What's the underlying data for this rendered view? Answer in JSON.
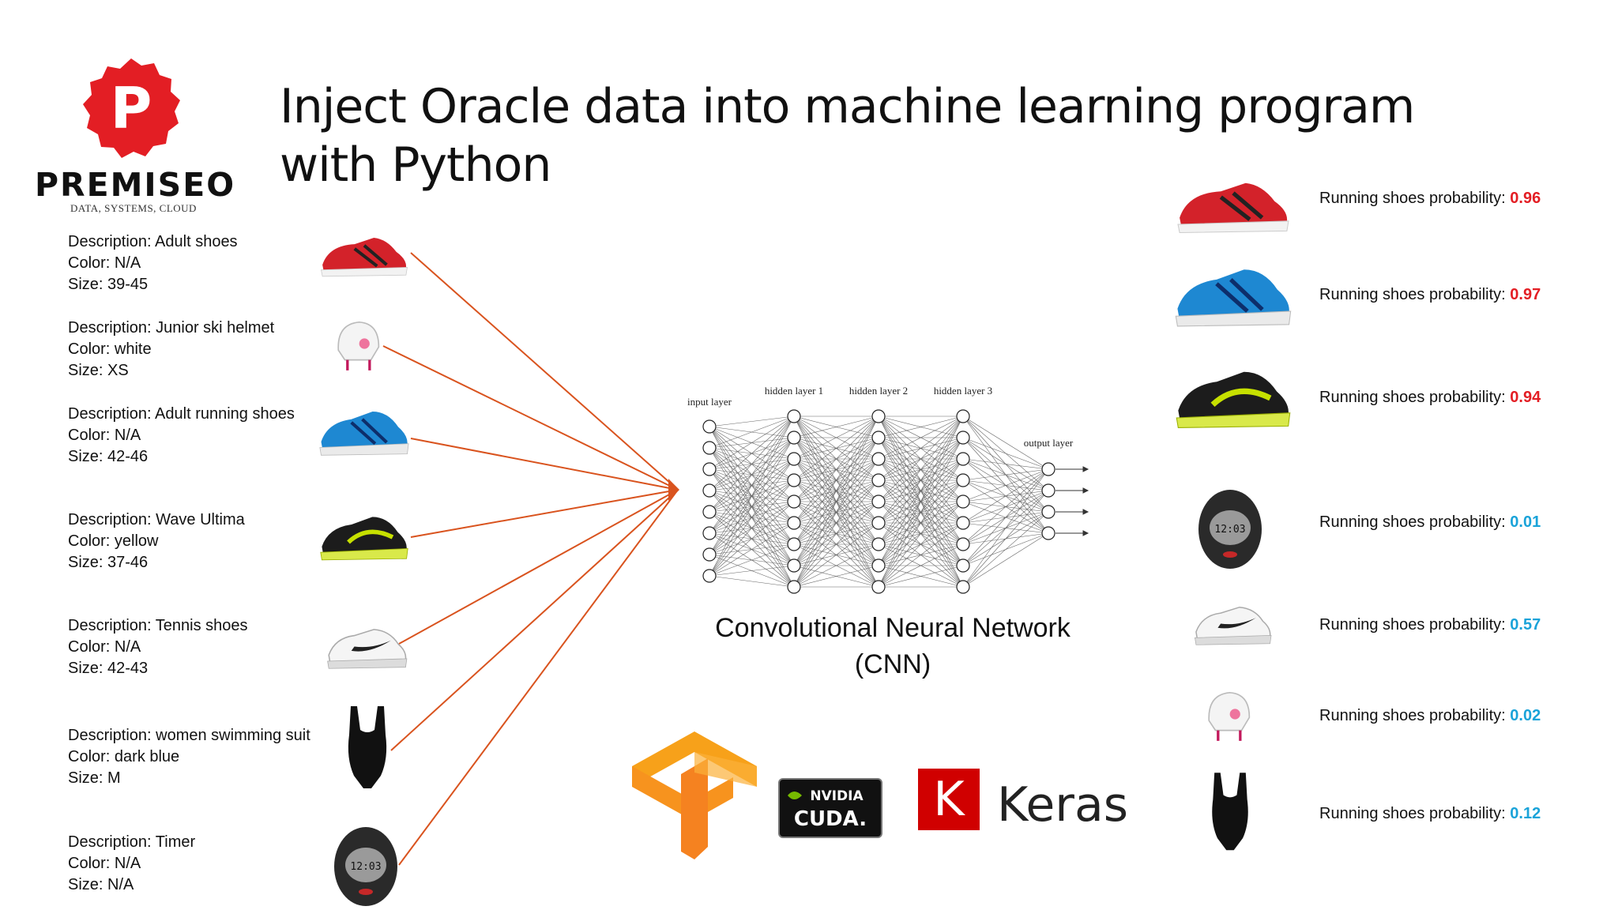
{
  "slide": {
    "title": "Inject Oracle data into machine learning program with Python"
  },
  "logo": {
    "letter": "P",
    "word": "PREMISEO",
    "tagline": "DATA, SYSTEMS, CLOUD",
    "color": "#e31e24"
  },
  "products": [
    {
      "description": "Description: Adult shoes",
      "color": "Color: N/A",
      "size": "Size: 39-45",
      "icon": "red-running-shoe"
    },
    {
      "description": "Description: Junior ski helmet",
      "color": "Color: white",
      "size": "Size: XS",
      "icon": "ski-helmet"
    },
    {
      "description": "Description: Adult running shoes",
      "color": "Color: N/A",
      "size": "Size: 42-46",
      "icon": "blue-running-shoe"
    },
    {
      "description": "Description: Wave Ultima",
      "color": "Color: yellow",
      "size": "Size: 37-46",
      "icon": "yellow-running-shoe"
    },
    {
      "description": "Description: Tennis shoes",
      "color": "Color: N/A",
      "size": "Size: 42-43",
      "icon": "white-tennis-shoe"
    },
    {
      "description": "Description: women swimming suit",
      "color": "Color: dark blue",
      "size": "Size: M",
      "icon": "swimsuit"
    },
    {
      "description": "Description: Timer",
      "color": "Color: N/A",
      "size": "Size: N/A",
      "icon": "timer"
    }
  ],
  "network": {
    "caption_line1": "Convolutional Neural Network",
    "caption_line2": "(CNN)",
    "layer_labels": [
      "input layer",
      "hidden layer 1",
      "hidden layer 2",
      "hidden layer 3",
      "output layer"
    ]
  },
  "results": [
    {
      "label": "Running shoes probability:",
      "value": "0.96",
      "color": "#e31e24",
      "icon": "red-running-shoe"
    },
    {
      "label": "Running shoes probability:",
      "value": "0.97",
      "color": "#e31e24",
      "icon": "blue-running-shoe"
    },
    {
      "label": "Running shoes probability:",
      "value": "0.94",
      "color": "#e31e24",
      "icon": "yellow-running-shoe"
    },
    {
      "label": "Running shoes probability:",
      "value": "0.01",
      "color": "#1aa3d9",
      "icon": "timer"
    },
    {
      "label": "Running shoes probability:",
      "value": "0.57",
      "color": "#1aa3d9",
      "icon": "white-tennis-shoe"
    },
    {
      "label": "Running shoes probability:",
      "value": "0.02",
      "color": "#1aa3d9",
      "icon": "ski-helmet"
    },
    {
      "label": "Running shoes probability:",
      "value": "0.12",
      "color": "#1aa3d9",
      "icon": "swimsuit"
    }
  ],
  "frameworks": {
    "tensorflow_icon": "tensorflow-logo",
    "nvidia_line1": "NVIDIA",
    "nvidia_line2": "CUDA.",
    "keras_letter": "K",
    "keras_word": "Keras",
    "keras_color": "#d00000"
  },
  "colors": {
    "arrow": "#d9531e",
    "tensorflow_orange": "#f7931e",
    "cuda_green": "#76b900"
  }
}
